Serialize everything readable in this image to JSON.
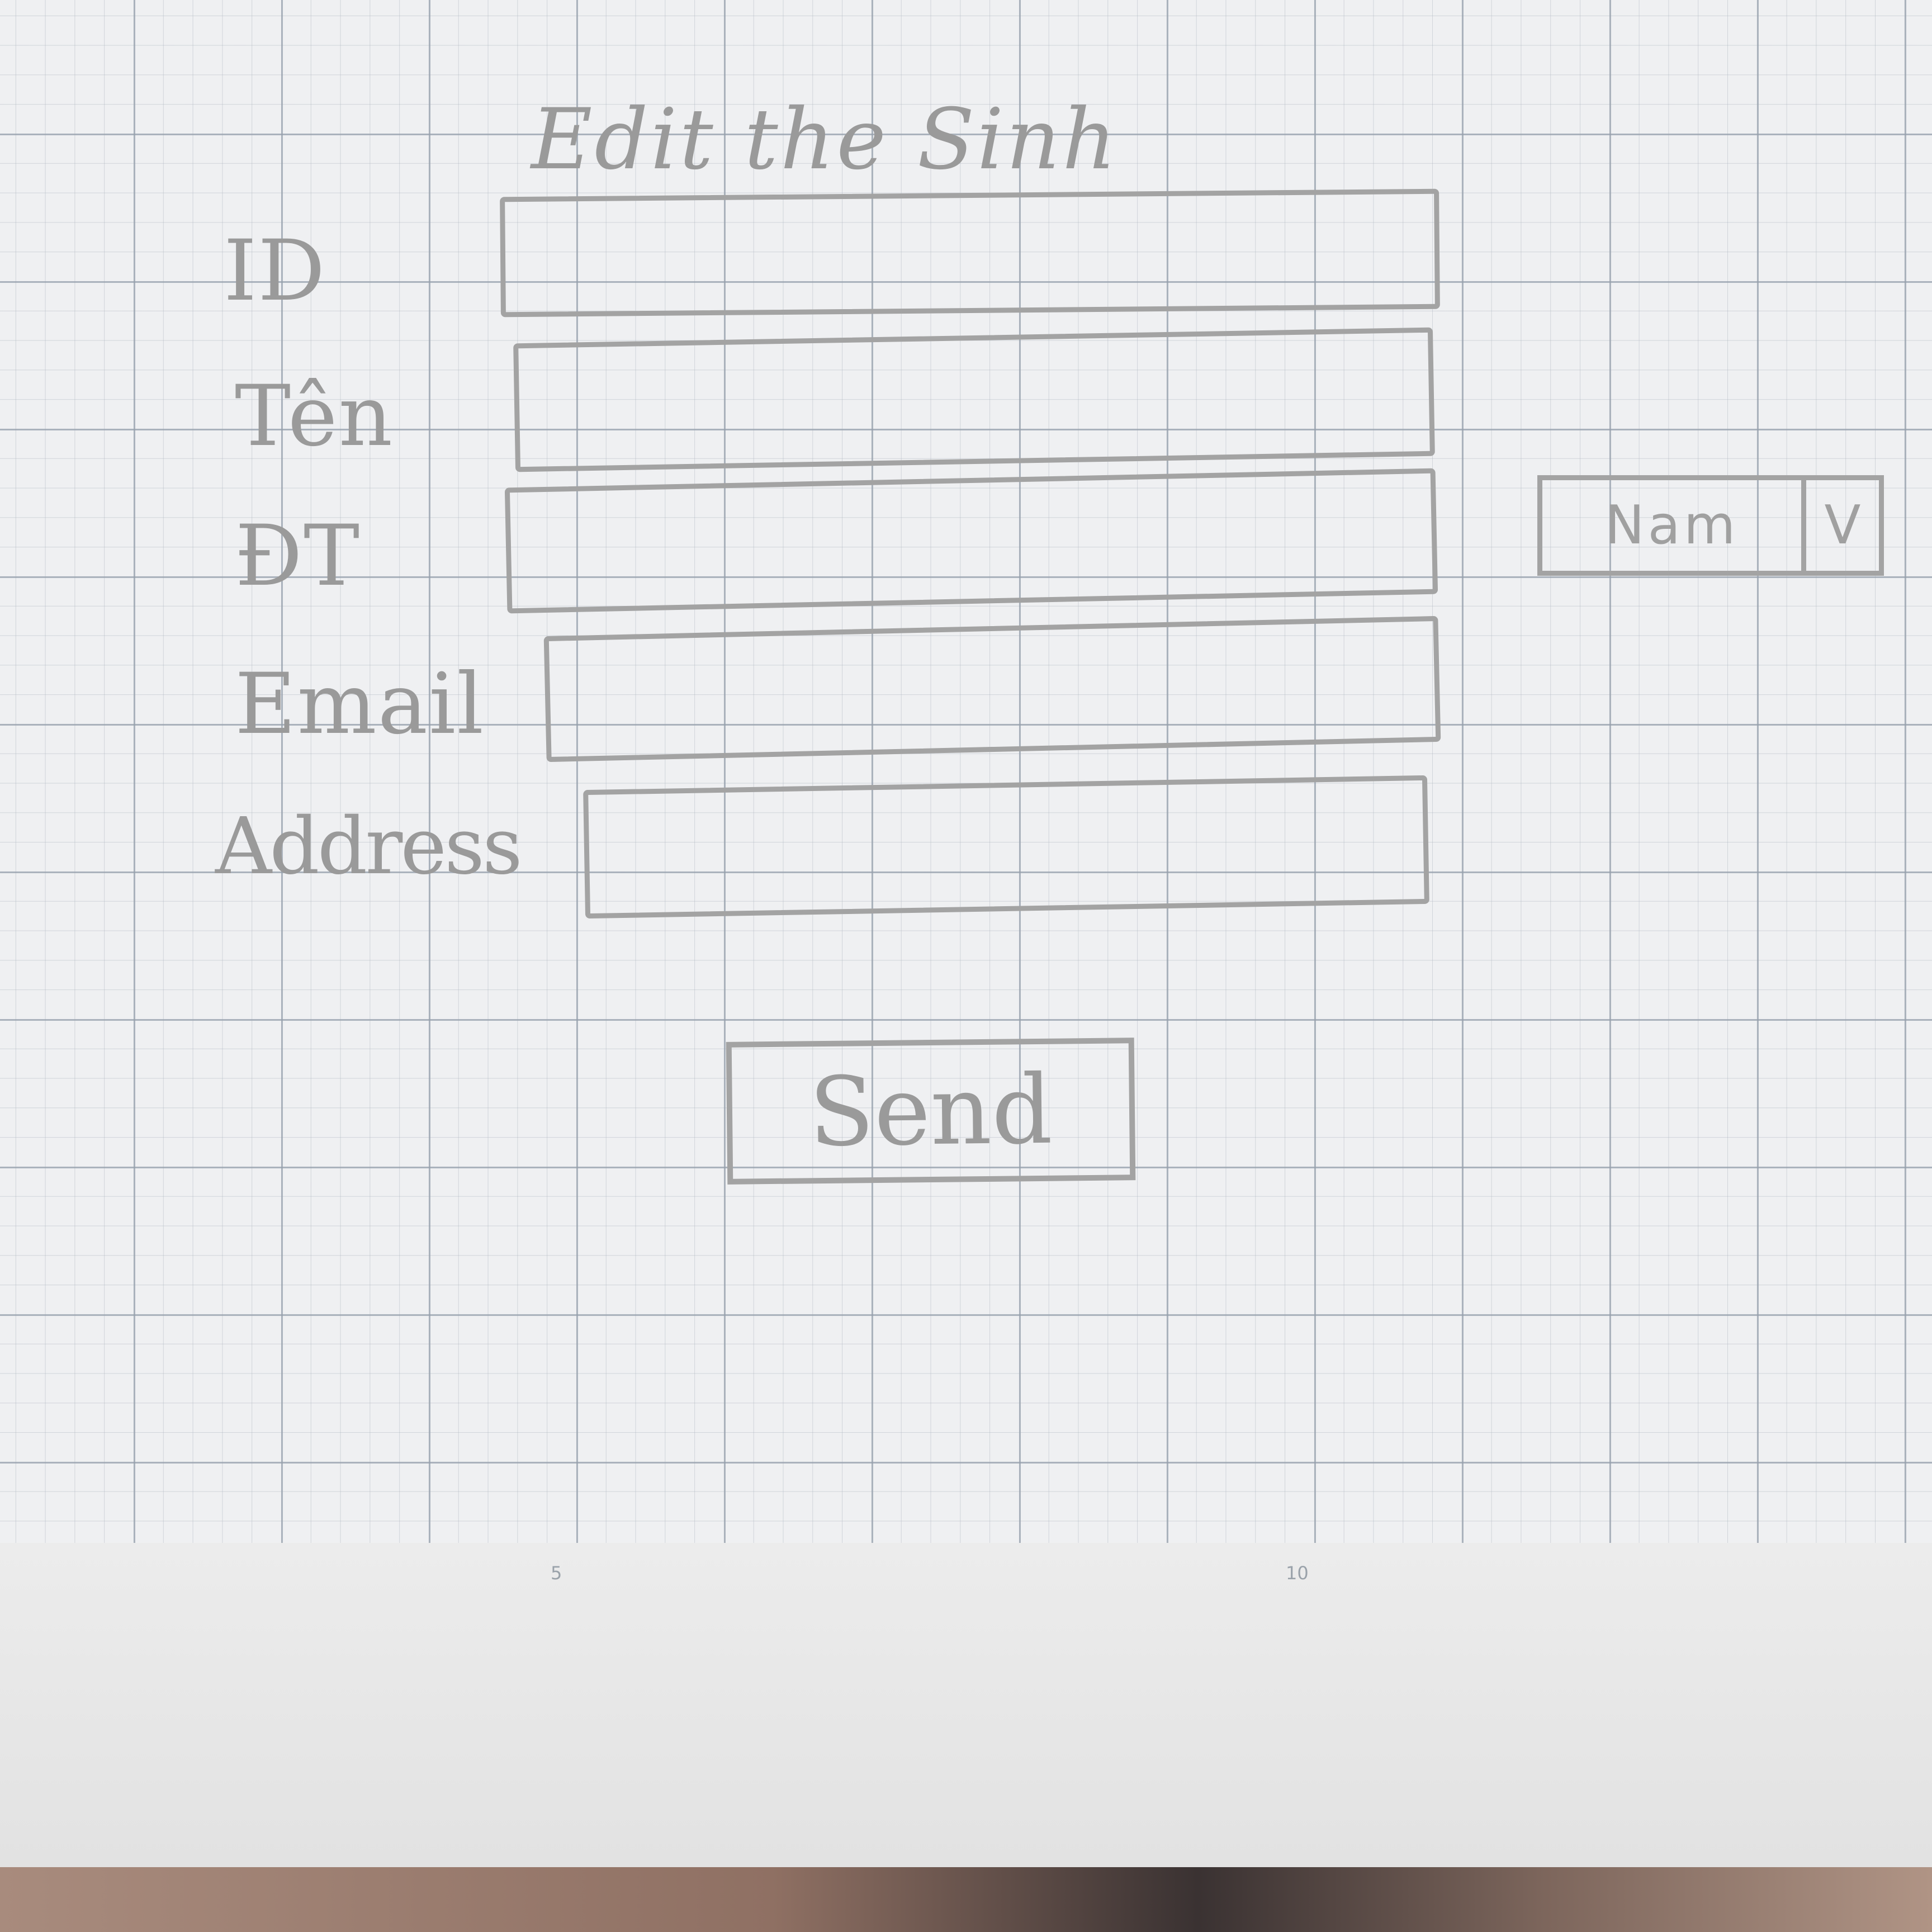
{
  "form": {
    "title": "Edit the Sinh",
    "fields": [
      {
        "label": "ID"
      },
      {
        "label": "Tên"
      },
      {
        "label": "ĐT"
      },
      {
        "label": "Email"
      },
      {
        "label": "Address"
      }
    ],
    "gender_select": {
      "value": "Nam",
      "arrow": "V"
    },
    "submit_label": "Send"
  },
  "paper": {
    "ruler_numbers": [
      "5",
      "10"
    ]
  }
}
